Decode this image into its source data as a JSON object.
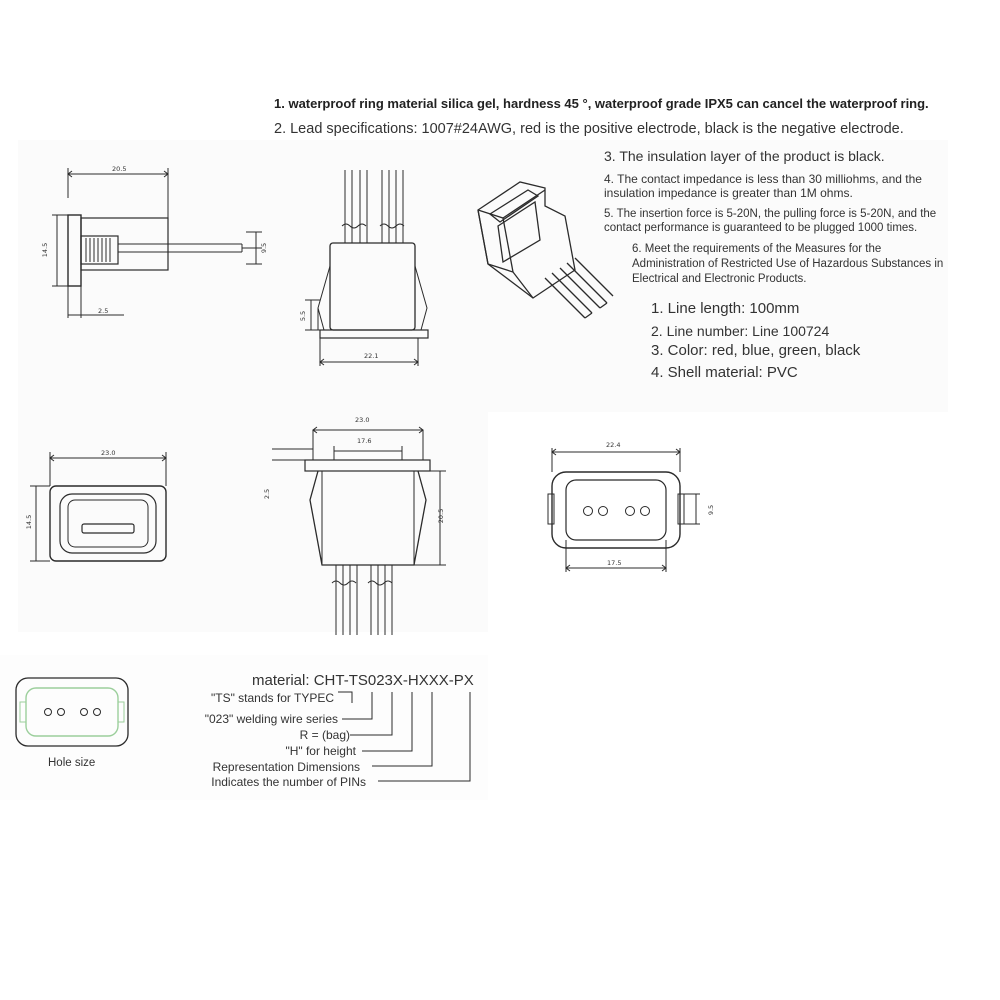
{
  "specs": {
    "line1": "1. waterproof ring material silica gel, hardness 45 °, waterproof grade IPX5 can cancel the waterproof ring.",
    "line2": "2. Lead specifications: 1007#24AWG, red is the positive electrode, black is the negative electrode.",
    "line3": "3. The insulation layer of the product is black.",
    "line4a": "4. The contact impedance is less than 30 milliohms, and the",
    "line4b": "insulation impedance is greater than 1M ohms.",
    "line5a": "5. The insertion force is 5-20N, the pulling force is 5-20N, and the",
    "line5b": "contact performance is guaranteed to be plugged 1000 times.",
    "line6a": "6. Meet the requirements of the Measures for the",
    "line6b": "Administration of Restricted Use of Hazardous Substances in",
    "line6c": "Electrical and Electronic Products."
  },
  "wire_specs": {
    "length": "1. Line length: 100mm",
    "number": "2. Line number: Line 100724",
    "color": "3. Color: red, blue, green, black",
    "shell": "4. Shell material: PVC"
  },
  "dimensions": {
    "side_width": "20.5",
    "side_height": "14.5",
    "side_pin": "9.5",
    "side_flange": "2.5",
    "front_flange": "5.5",
    "front_width": "22.1",
    "top_width": "23.0",
    "top_height": "14.5",
    "mid_outer": "23.0",
    "mid_inner": "17.6",
    "mid_flange": "2.5",
    "mid_height": "20.5",
    "rear_width": "22.4",
    "rear_height": "9.5",
    "rear_inner": "17.5"
  },
  "part_code": {
    "prefix": "material:",
    "code": "CHT-TS023X-HXXX-PX",
    "labels": [
      "\"TS\" stands for TYPEC",
      "\"023\" welding wire series",
      "R = (bag)",
      "\"H\" for height",
      "Representation Dimensions",
      "Indicates the number of PINs"
    ]
  },
  "hole_size_label": "Hole size",
  "colors": {
    "line": "#2b2b2b",
    "hole_outline": "#9ccf9c"
  }
}
